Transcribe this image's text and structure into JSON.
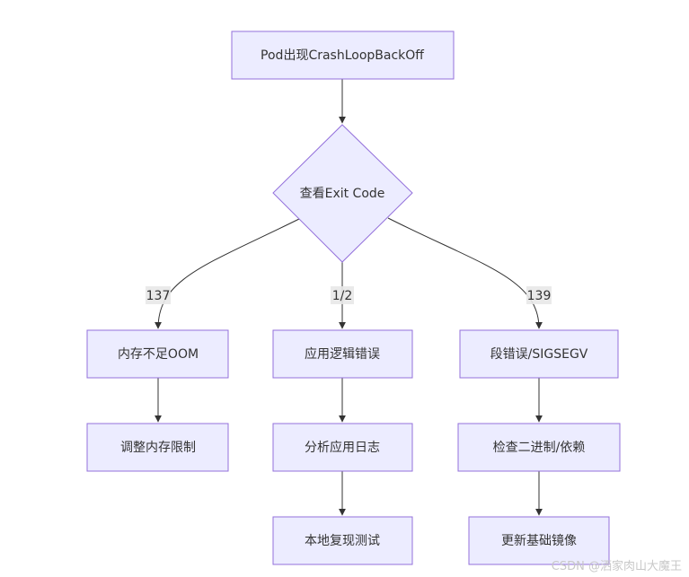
{
  "diagram": {
    "start": "Pod出现CrashLoopBackOff",
    "decision": "查看Exit Code",
    "edge_labels": {
      "left": "137",
      "middle": "1/2",
      "right": "139"
    },
    "left_branch": {
      "cause": "内存不足OOM",
      "step1": "调整内存限制"
    },
    "middle_branch": {
      "cause": "应用逻辑错误",
      "step1": "分析应用日志",
      "step2": "本地复现测试"
    },
    "right_branch": {
      "cause": "段错误/SIGSEGV",
      "step1": "检查二进制/依赖",
      "step2": "更新基础镜像"
    }
  },
  "watermark": "CSDN @洒家肉山大魔王"
}
